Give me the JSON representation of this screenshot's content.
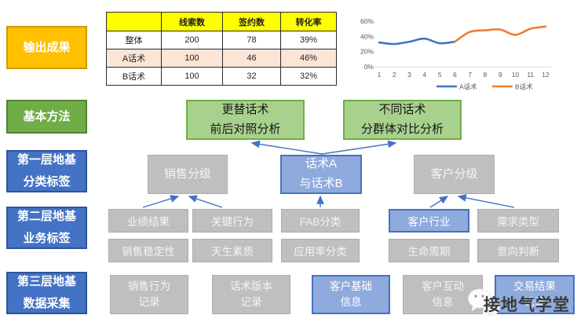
{
  "sidebar": {
    "items": [
      {
        "label": "输出成果"
      },
      {
        "label": "基本方法"
      },
      {
        "label": "第一层地基\n分类标签"
      },
      {
        "label": "第二层地基\n业务标签"
      },
      {
        "label": "第三层地基\n数据采集"
      }
    ]
  },
  "table": {
    "headers": [
      "",
      "线索数",
      "签约数",
      "转化率"
    ],
    "rows": [
      {
        "label": "整体",
        "values": [
          "200",
          "78",
          "39%"
        ],
        "highlight": false
      },
      {
        "label": "A话术",
        "values": [
          "100",
          "46",
          "46%"
        ],
        "highlight": true
      },
      {
        "label": "B话术",
        "values": [
          "100",
          "32",
          "32%"
        ],
        "highlight": false
      }
    ]
  },
  "chart_data": {
    "type": "line",
    "title": "",
    "x": [
      1,
      2,
      3,
      4,
      5,
      6,
      7,
      8,
      9,
      10,
      11,
      12
    ],
    "series": [
      {
        "name": "A话术",
        "color": "#4472C4",
        "x": [
          1,
          2,
          3,
          4,
          5,
          6
        ],
        "values": [
          32,
          30,
          33,
          37,
          31,
          33
        ]
      },
      {
        "name": "B话术",
        "color": "#ED7D31",
        "x": [
          6,
          7,
          8,
          9,
          10,
          11,
          12
        ],
        "values": [
          33,
          46,
          48,
          49,
          42,
          50,
          53
        ]
      }
    ],
    "ylim": [
      0,
      60
    ],
    "yticks": [
      "0%",
      "20%",
      "40%",
      "60%"
    ],
    "ytick_values": [
      0,
      20,
      40,
      60
    ],
    "grid": false,
    "legend_position": "bottom"
  },
  "methods": [
    {
      "label": "更替话术\n前后对照分析"
    },
    {
      "label": "不同话术\n分群体对比分析"
    }
  ],
  "layer1": [
    {
      "label": "销售分级"
    },
    {
      "label": "话术A\n与话术B"
    },
    {
      "label": "客户分级"
    }
  ],
  "layer2_row1": [
    {
      "label": "业绩结果"
    },
    {
      "label": "关键行为"
    },
    {
      "label": "FAB分类"
    },
    {
      "label": "客户行业"
    },
    {
      "label": "需求类型"
    }
  ],
  "layer2_row2": [
    {
      "label": "销售稳定性"
    },
    {
      "label": "天生素质"
    },
    {
      "label": "应用率分类"
    },
    {
      "label": "生命周期"
    },
    {
      "label": "意向判断"
    }
  ],
  "layer3": [
    {
      "label": "销售行为\n记录"
    },
    {
      "label": "话术版本\n记录"
    },
    {
      "label": "客户基础\n信息"
    },
    {
      "label": "客户互动\n信息"
    },
    {
      "label": "交易结果\n记录"
    }
  ],
  "watermark": {
    "text": "接地气学堂",
    "icon": "wechat-icon"
  },
  "colors": {
    "accent_blue": "#4472C4",
    "light_blue": "#8FAADC",
    "gray_box": "#BFBFBF",
    "green": "#70AD47",
    "light_green": "#A9D18E",
    "orange": "#FFC000",
    "series_blue": "#4472C4",
    "series_orange": "#ED7D31",
    "table_header_yellow": "#FFFF00",
    "table_highlight_pink": "#FBE5D6"
  }
}
